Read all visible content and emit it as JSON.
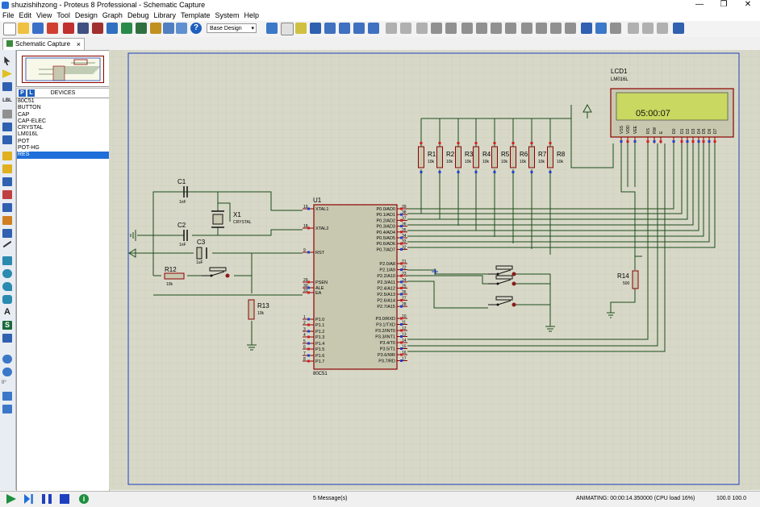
{
  "window": {
    "title": "shuzishihzong - Proteus 8 Professional - Schematic Capture"
  },
  "menu": [
    "File",
    "Edit",
    "View",
    "Tool",
    "Design",
    "Graph",
    "Debug",
    "Library",
    "Template",
    "System",
    "Help"
  ],
  "toolbar": {
    "design_combo": "Base Design"
  },
  "tab": {
    "label": "Schematic Capture",
    "close": "×"
  },
  "left_tools": {
    "labels": [
      "LBL",
      "A",
      "S",
      "0°"
    ]
  },
  "devices": {
    "p_button": "P",
    "l_button": "L",
    "header": "DEVICES",
    "items": [
      "80C51",
      "BUTTON",
      "CAP",
      "CAP-ELEC",
      "CRYSTAL",
      "LM016L",
      "POT",
      "POT-HG",
      "RES"
    ],
    "selected": "RES"
  },
  "schematic": {
    "lcd": {
      "ref": "LCD1",
      "part": "LM016L",
      "display_text": "05:00:07",
      "pins": [
        "VSS",
        "VDD",
        "VEE",
        "RS",
        "RW",
        "E",
        "D0",
        "D1",
        "D2",
        "D3",
        "D4",
        "D5",
        "D6",
        "D7"
      ]
    },
    "resistors": [
      {
        "ref": "R1",
        "value": "10k"
      },
      {
        "ref": "R2",
        "value": "10k"
      },
      {
        "ref": "R3",
        "value": "10k"
      },
      {
        "ref": "R4",
        "value": "10k"
      },
      {
        "ref": "R5",
        "value": "10k"
      },
      {
        "ref": "R6",
        "value": "10k"
      },
      {
        "ref": "R7",
        "value": "10k"
      },
      {
        "ref": "R8",
        "value": "10k"
      }
    ],
    "c1": {
      "ref": "C1",
      "value": "1nF"
    },
    "c2": {
      "ref": "C2",
      "value": "1nF"
    },
    "c3": {
      "ref": "C3",
      "value": "1uF"
    },
    "x1": {
      "ref": "X1",
      "value": "CRYSTAL"
    },
    "r12": {
      "ref": "R12",
      "value": "10k"
    },
    "r13": {
      "ref": "R13",
      "value": "10k"
    },
    "r14": {
      "ref": "R14",
      "value": "500"
    },
    "mcu": {
      "ref": "U1",
      "part": "80C51",
      "left_pins": [
        {
          "num": "19",
          "name": "XTAL1"
        },
        {
          "num": "18",
          "name": "XTAL2"
        },
        {
          "num": "9",
          "name": "RST"
        },
        {
          "num": "29",
          "name": "PSEN"
        },
        {
          "num": "30",
          "name": "ALE"
        },
        {
          "num": "31",
          "name": "EA"
        },
        {
          "num": "1",
          "name": "P1.0"
        },
        {
          "num": "2",
          "name": "P1.1"
        },
        {
          "num": "3",
          "name": "P1.2"
        },
        {
          "num": "4",
          "name": "P1.3"
        },
        {
          "num": "5",
          "name": "P1.4"
        },
        {
          "num": "6",
          "name": "P1.5"
        },
        {
          "num": "7",
          "name": "P1.6"
        },
        {
          "num": "8",
          "name": "P1.7"
        }
      ],
      "right_pins": [
        {
          "num": "39",
          "name": "P0.0/AD0"
        },
        {
          "num": "38",
          "name": "P0.1/AD1"
        },
        {
          "num": "37",
          "name": "P0.2/AD2"
        },
        {
          "num": "36",
          "name": "P0.3/AD3"
        },
        {
          "num": "35",
          "name": "P0.4/AD4"
        },
        {
          "num": "34",
          "name": "P0.5/AD5"
        },
        {
          "num": "33",
          "name": "P0.6/AD6"
        },
        {
          "num": "32",
          "name": "P0.7/AD7"
        },
        {
          "num": "21",
          "name": "P2.0/A8"
        },
        {
          "num": "22",
          "name": "P2.1/A9"
        },
        {
          "num": "23",
          "name": "P2.2/A10"
        },
        {
          "num": "24",
          "name": "P2.3/A11"
        },
        {
          "num": "25",
          "name": "P2.4/A12"
        },
        {
          "num": "26",
          "name": "P2.5/A13"
        },
        {
          "num": "27",
          "name": "P2.6/A14"
        },
        {
          "num": "28",
          "name": "P2.7/A15"
        },
        {
          "num": "10",
          "name": "P3.0/RXD"
        },
        {
          "num": "11",
          "name": "P3.1/TXD"
        },
        {
          "num": "12",
          "name": "P3.2/INT0"
        },
        {
          "num": "13",
          "name": "P3.3/INT1"
        },
        {
          "num": "14",
          "name": "P3.4/T0"
        },
        {
          "num": "15",
          "name": "P3.5/T1"
        },
        {
          "num": "16",
          "name": "P3.6/WR"
        },
        {
          "num": "17",
          "name": "P3.7/RD"
        }
      ]
    }
  },
  "status": {
    "messages": "5 Message(s)",
    "animating": "ANIMATING: 00:00:14.350000 (CPU load 16%)",
    "coords": "100.0  100.0"
  },
  "colors": {
    "canvas": "#d8d8c8",
    "wire": "#1a4d1a",
    "component": "#8b0000",
    "selection": "#1e6fd9",
    "lcd_screen": "#c8d860"
  }
}
